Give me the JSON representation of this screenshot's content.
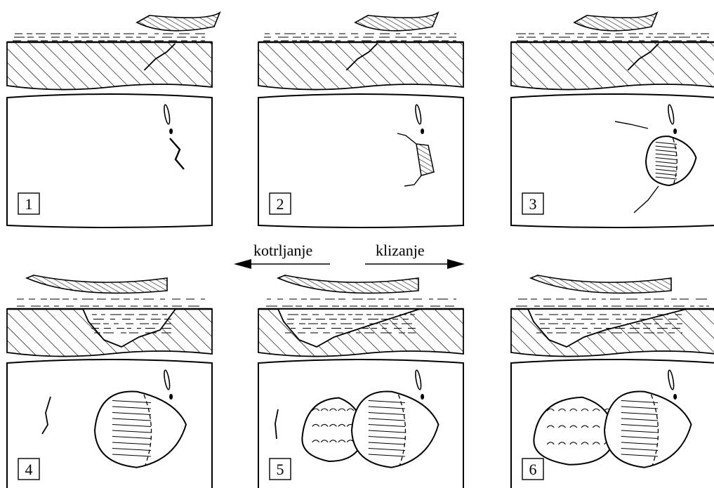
{
  "panels": [
    {
      "number": "1"
    },
    {
      "number": "2"
    },
    {
      "number": "3"
    },
    {
      "number": "4"
    },
    {
      "number": "5"
    },
    {
      "number": "6"
    }
  ],
  "direction": {
    "rolling_label": "kotrljanje",
    "sliding_label": "klizanje"
  },
  "colors": {
    "ink": "#000000",
    "paper": "#ffffff"
  }
}
